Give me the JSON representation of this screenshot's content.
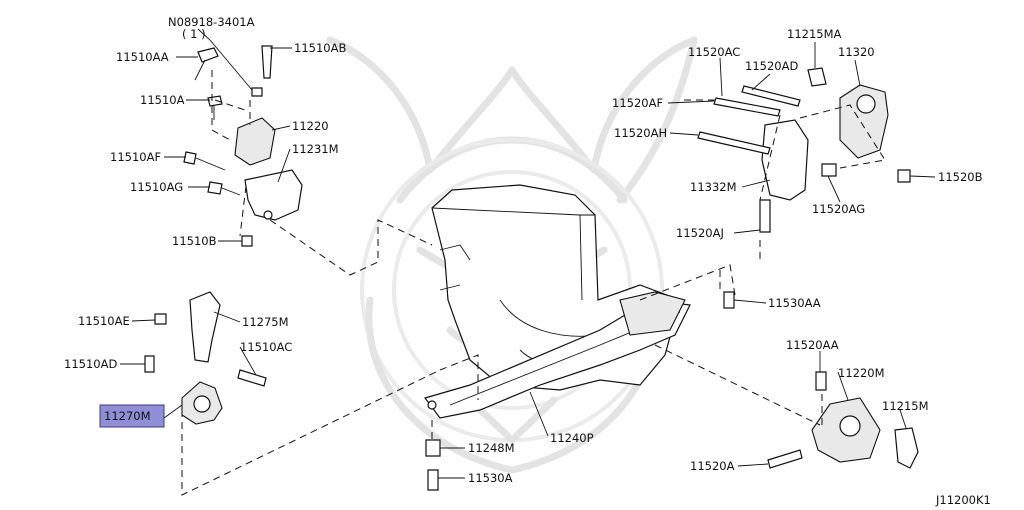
{
  "diagram_code": "J11200K1",
  "highlight_color": "#8f8fd8",
  "watermark_icon": "samurai-helmet-watermark",
  "labels": {
    "nut_std": "N08918-3401A",
    "nut_qty": "( 1 )",
    "p11510AA": "11510AA",
    "p11510AB": "11510AB",
    "p11510A": "11510A",
    "p11220": "11220",
    "p11510AF": "11510AF",
    "p11231M": "11231M",
    "p11510AG": "11510AG",
    "p11510B": "11510B",
    "p11510AE": "11510AE",
    "p11275M": "11275M",
    "p11510AC": "11510AC",
    "p11510AD": "11510AD",
    "p11270M": "11270M",
    "p11248M": "11248M",
    "p11530A": "11530A",
    "p11240P": "11240P",
    "p11520AC": "11520AC",
    "p11215MA": "11215MA",
    "p11320": "11320",
    "p11520AD": "11520AD",
    "p11520AF": "11520AF",
    "p11520AH": "11520AH",
    "p11520B": "11520B",
    "p11332M": "11332M",
    "p11520AG": "11520AG",
    "p11520AJ": "11520AJ",
    "p11530AA": "11530AA",
    "p11520AA": "11520AA",
    "p11220M": "11220M",
    "p11215M": "11215M",
    "p11520A": "11520A"
  }
}
